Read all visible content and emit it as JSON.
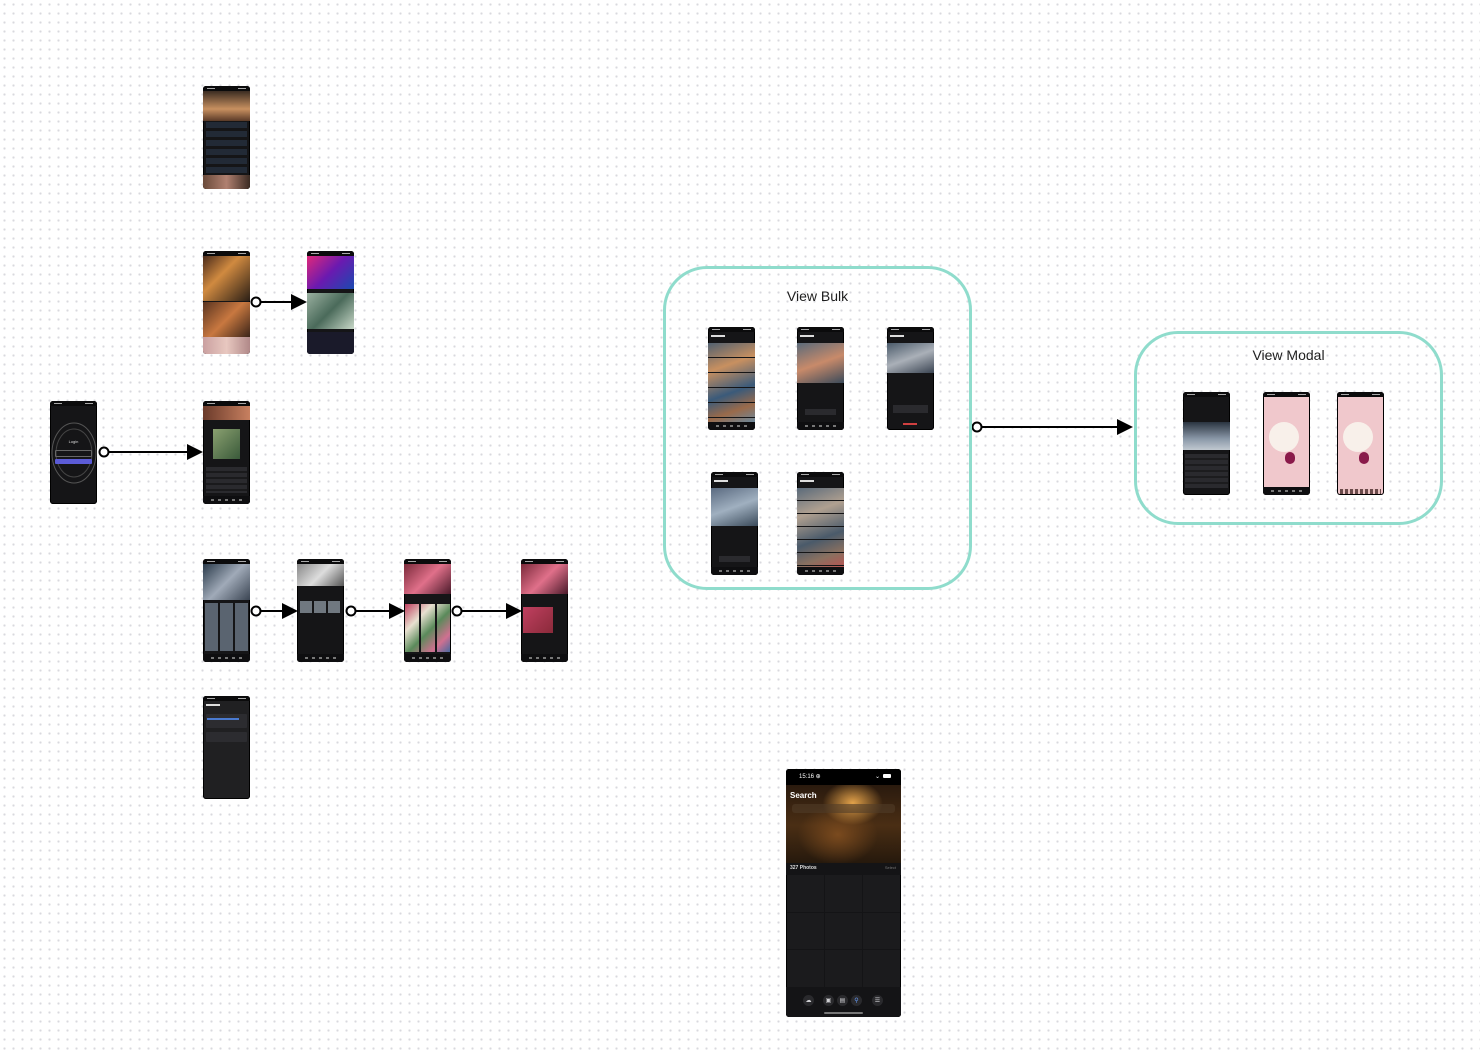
{
  "groups": {
    "view_bulk": {
      "title": "View Bulk"
    },
    "view_modal": {
      "title": "View Modal"
    }
  },
  "search_screen": {
    "time": "15:16 ⊕",
    "title": "Search",
    "photo_count": "327 Photos",
    "select_label": "Select",
    "tab_icons": [
      "cloud-icon",
      "photos-icon",
      "albums-icon",
      "search-icon",
      "more-icon"
    ]
  },
  "login_screen": {
    "title": "Login"
  },
  "colors": {
    "group_border": "#8fdccc",
    "connector": "#000000",
    "screen_bg": "#151517",
    "accent_button": "#5b5bd6"
  }
}
